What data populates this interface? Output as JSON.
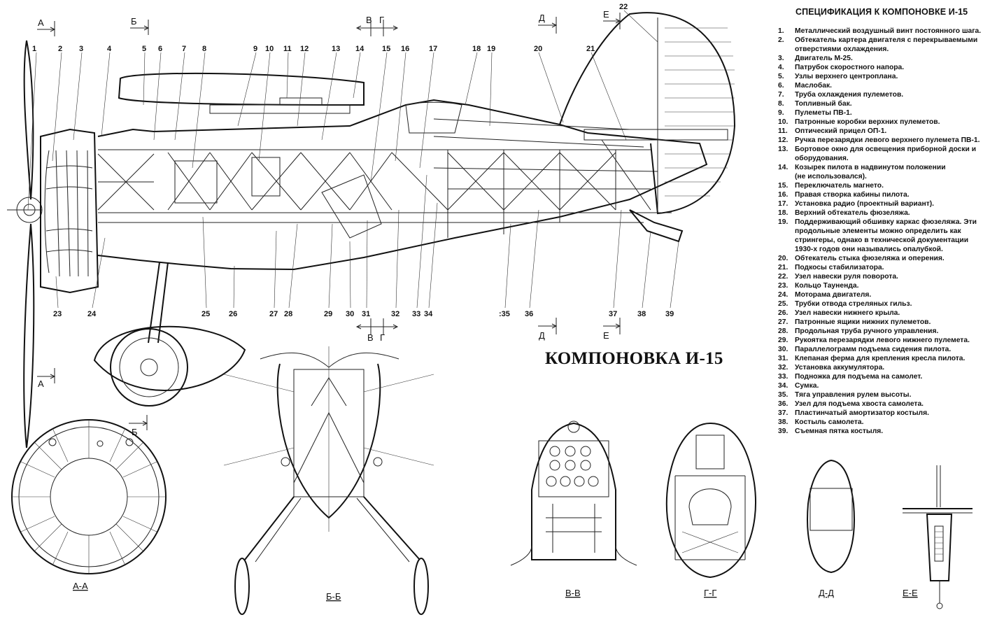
{
  "title": "КОМПОНОВКА И-15",
  "spec": {
    "heading": "СПЕЦИФИКАЦИЯ К КОМПОНОВКЕ И-15",
    "items": [
      {
        "n": "1.",
        "t": "Металлический воздушный винт постоянного шага."
      },
      {
        "n": "2.",
        "t": "Обтекатель картера двигателя с перекрываемыми\nотверстиями охлаждения."
      },
      {
        "n": "3.",
        "t": "Двигатель М-25."
      },
      {
        "n": "4.",
        "t": "Патрубок скоростного напора."
      },
      {
        "n": "5.",
        "t": "Узлы верхнего центроплана."
      },
      {
        "n": "6.",
        "t": "Маслобак."
      },
      {
        "n": "7.",
        "t": "Труба охлаждения пулеметов."
      },
      {
        "n": "8.",
        "t": "Топливный бак."
      },
      {
        "n": "9.",
        "t": "Пулеметы ПВ-1."
      },
      {
        "n": "10.",
        "t": "Патронные коробки верхних пулеметов."
      },
      {
        "n": "11.",
        "t": "Оптический прицел ОП-1."
      },
      {
        "n": "12.",
        "t": "Ручка перезарядки левого верхнего пулемета ПВ-1."
      },
      {
        "n": "13.",
        "t": "Бортовое окно для освещения приборной доски и\nоборудования."
      },
      {
        "n": "14.",
        "t": "Козырек пилота в надвинутом положении\n(не использовался)."
      },
      {
        "n": "15.",
        "t": "Переключатель магнето."
      },
      {
        "n": "16.",
        "t": "Правая створка кабины пилота."
      },
      {
        "n": "17.",
        "t": "Установка радио (проектный вариант)."
      },
      {
        "n": "18.",
        "t": "Верхний обтекатель фюзеляжа."
      },
      {
        "n": "19.",
        "t": "Поддерживающий обшивку каркас фюзеляжа. Эти\nпродольные элементы можно определить как\nстрингеры, однако в технической документации\n1930-х годов они назывались опалубкой."
      },
      {
        "n": "20.",
        "t": "Обтекатель стыка фюзеляжа и оперения."
      },
      {
        "n": "21.",
        "t": "Подкосы стабилизатора."
      },
      {
        "n": "22.",
        "t": "Узел навески руля поворота."
      },
      {
        "n": "23.",
        "t": "Кольцо Тауненда."
      },
      {
        "n": "24.",
        "t": "Моторама двигателя."
      },
      {
        "n": "25.",
        "t": "Трубки отвода стреляных гильз."
      },
      {
        "n": "26.",
        "t": "Узел навески нижнего крыла."
      },
      {
        "n": "27.",
        "t": "Патронные ящики нижних пулеметов."
      },
      {
        "n": "28.",
        "t": "Продольная труба ручного управления."
      },
      {
        "n": "29.",
        "t": "Рукоятка перезарядки левого нижнего пулемета."
      },
      {
        "n": "30.",
        "t": "Параллелограмм подъема сидения пилота."
      },
      {
        "n": "31.",
        "t": "Клепаная ферма для крепления кресла пилота."
      },
      {
        "n": "32.",
        "t": "Установка аккумулятора."
      },
      {
        "n": "33.",
        "t": "Подножка для подъема на самолет."
      },
      {
        "n": "34.",
        "t": "Сумка."
      },
      {
        "n": "35.",
        "t": "Тяга управления рулем высоты."
      },
      {
        "n": "36.",
        "t": "Узел для подъема хвоста самолета."
      },
      {
        "n": "37.",
        "t": "Пластинчатый амортизатор костыля."
      },
      {
        "n": "38.",
        "t": "Костыль самолета."
      },
      {
        "n": "39.",
        "t": "Съемная пятка костыля."
      }
    ]
  },
  "callouts_top": [
    "1",
    "2",
    "3",
    "4",
    "5",
    "6",
    "7",
    "8",
    "9",
    "10",
    "11",
    "12",
    "13",
    "14",
    "15",
    "16",
    "17",
    "18",
    "19",
    "20",
    "21",
    "22"
  ],
  "callouts_bottom": [
    "23",
    "24",
    "25",
    "26",
    "27",
    "28",
    "29",
    "30",
    "31",
    "32",
    "33",
    "34",
    ":35",
    "36",
    "37",
    "38",
    "39"
  ],
  "section_letters": {
    "a": "А",
    "b": "Б",
    "v": "В",
    "g": "Г",
    "d": "Д",
    "e": "Е"
  },
  "sections": {
    "aa": "А-А",
    "bb": "Б-Б",
    "vv": "В-В",
    "gg": "Г-Г",
    "dd": "Д-Д",
    "ee": "Е-Е"
  }
}
